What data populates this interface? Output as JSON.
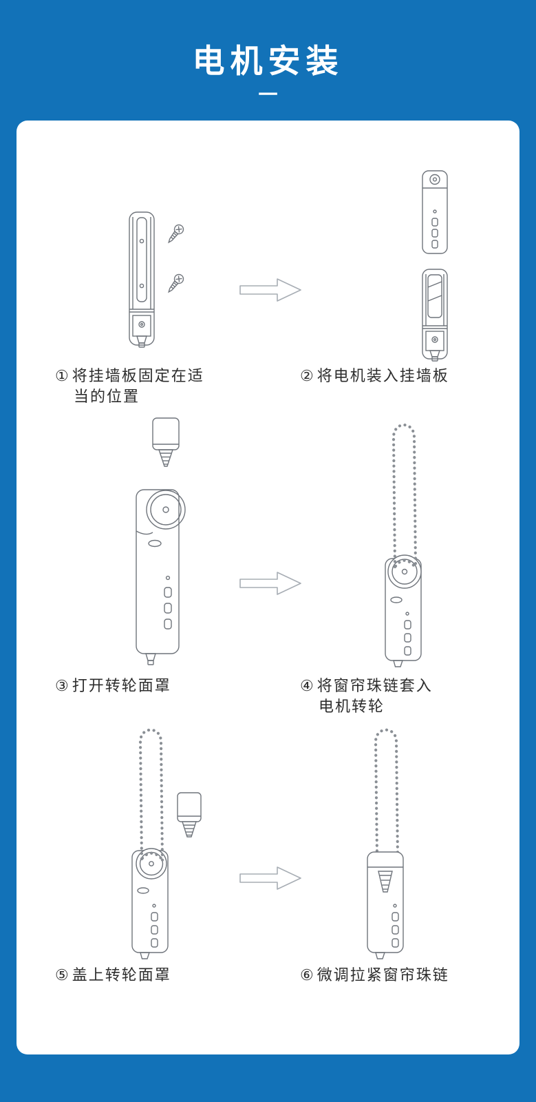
{
  "page": {
    "title": "电机安装",
    "divider": "一"
  },
  "steps": [
    {
      "number": "①",
      "lines": [
        "将挂墙板固定在适",
        "当的位置"
      ]
    },
    {
      "number": "②",
      "lines": [
        "将电机装入挂墙板"
      ]
    },
    {
      "number": "③",
      "lines": [
        "打开转轮面罩"
      ]
    },
    {
      "number": "④",
      "lines": [
        "将窗帘珠链套入",
        "电机转轮"
      ]
    },
    {
      "number": "⑤",
      "lines": [
        "盖上转轮面罩"
      ]
    },
    {
      "number": "⑥",
      "lines": [
        "微调拉紧窗帘珠链"
      ]
    }
  ],
  "icons": {
    "step_arrow": "right-arrow-outline",
    "illustrations": [
      "wall-plate-with-screws",
      "motor-and-mounted-wall-plate",
      "motor-with-wheel-cover-open",
      "motor-with-bead-chain-on-wheel",
      "motor-with-chain-and-cover-piece",
      "motor-with-chain-cover-installed"
    ]
  },
  "colors": {
    "background": "#1272b8",
    "card": "#ffffff",
    "title": "#ffffff",
    "text": "#2d2d2d",
    "line_art": "#6f747b",
    "chain": "#8a8f95"
  }
}
